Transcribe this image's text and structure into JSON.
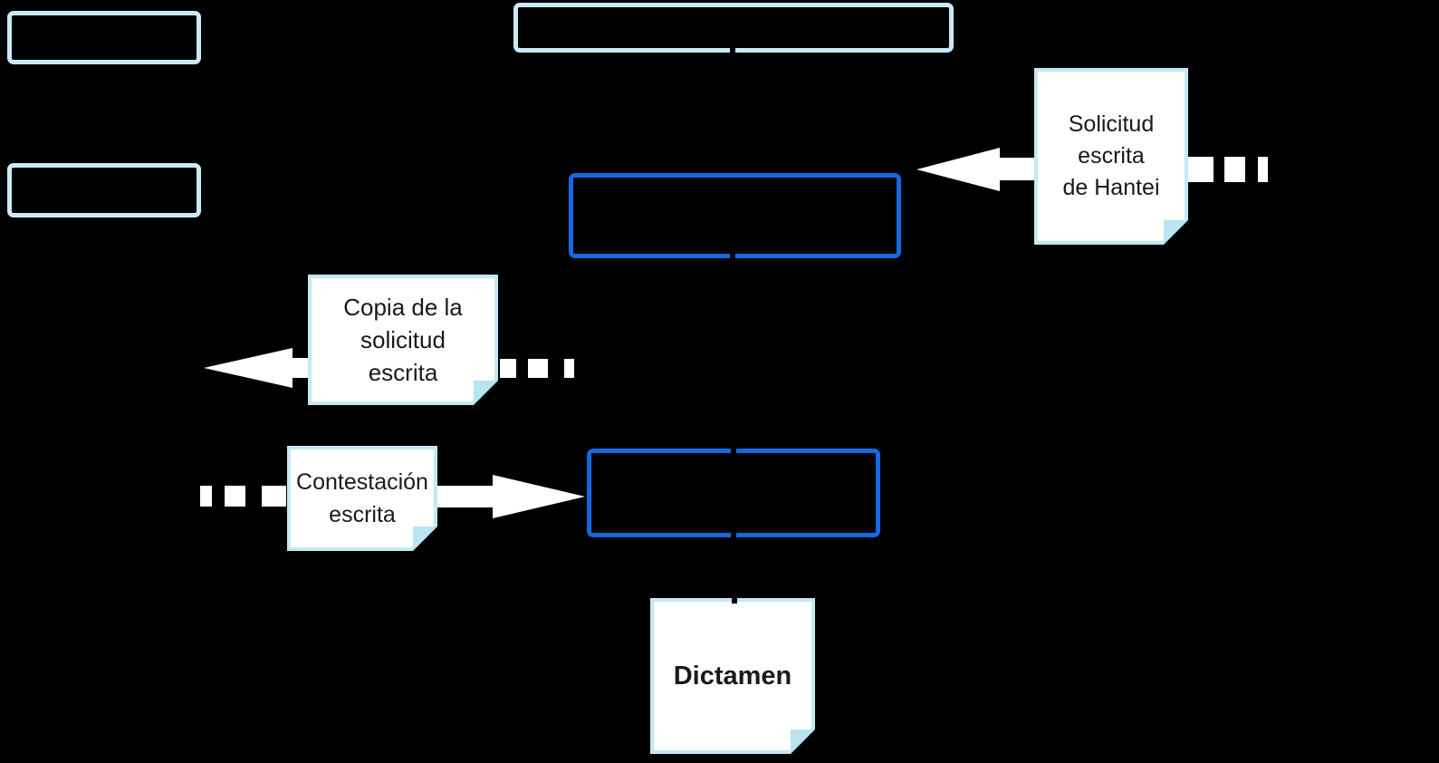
{
  "colors": {
    "background": "#000000",
    "light_border": "#cbe9f5",
    "blue_border": "#1269e0",
    "arrow": "#ffffff",
    "doc_fill": "#ffffff",
    "doc_border": "#c5e8f4",
    "doc_fold": "#b9e4f2",
    "text": "#1a1a1a"
  },
  "boxes": [
    {
      "id": "lane-box-top-left",
      "style": "light-outline",
      "label": ""
    },
    {
      "id": "lane-box-top-center",
      "style": "light-outline",
      "label": ""
    },
    {
      "id": "lane-box-mid-left",
      "style": "light-outline",
      "label": ""
    },
    {
      "id": "process-box-upper",
      "style": "blue-outline",
      "label": ""
    },
    {
      "id": "process-box-lower",
      "style": "blue-outline",
      "label": ""
    }
  ],
  "documents": {
    "solicitud": {
      "lines": [
        "Solicitud",
        "escrita",
        "de Hantei"
      ]
    },
    "copia": {
      "lines": [
        "Copia de la",
        "solicitud",
        "escrita"
      ]
    },
    "contestacion": {
      "lines": [
        "Contestación",
        "escrita"
      ]
    },
    "dictamen": {
      "label": "Dictamen"
    }
  },
  "connectors": [
    {
      "from": "document-solicitud",
      "to": "process-box-upper",
      "type": "solid-arrow",
      "direction": "left",
      "tail": "dashed-fading-right"
    },
    {
      "from": "document-copia",
      "to": "left-edge",
      "type": "solid-arrow",
      "direction": "left",
      "tail": "dashed-fading-right"
    },
    {
      "from": "document-contestacion",
      "to": "process-box-lower",
      "type": "solid-arrow",
      "direction": "right",
      "tail": "dashed-fading-left"
    }
  ]
}
